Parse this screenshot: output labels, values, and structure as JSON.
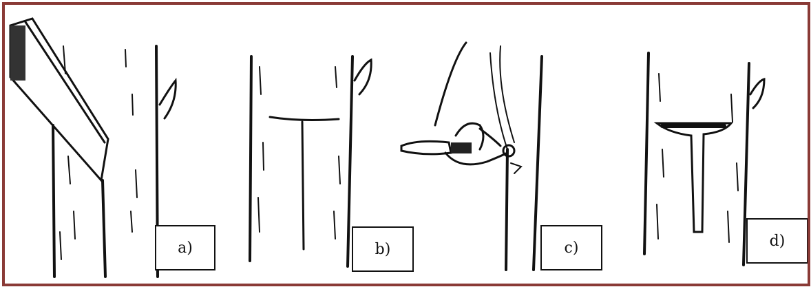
{
  "panels": [
    {
      "label": "a)"
    },
    {
      "label": "b)"
    },
    {
      "label": "c)"
    },
    {
      "label": "d)"
    }
  ],
  "colors": {
    "frame": "#8a3a36",
    "ink": "#111111",
    "background": "#ffffff"
  }
}
